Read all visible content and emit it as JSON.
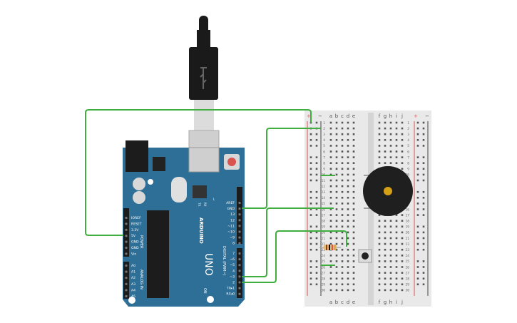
{
  "board": {
    "brand": "ARDUINO",
    "model": "UNO",
    "on_label": "ON",
    "power_header_labels": [
      "IOREF",
      "RESET",
      "3.3V",
      "5V",
      "GND",
      "GND",
      "Vin"
    ],
    "power_group_label": "POWER",
    "analog_header_labels": [
      "A0",
      "A1",
      "A2",
      "A3",
      "A4",
      "A5"
    ],
    "analog_group_label": "ANALOG IN",
    "digital_top_labels": [
      "AREF",
      "GND",
      "13",
      "12",
      "~11",
      "~10",
      "~9",
      "8"
    ],
    "digital_bottom_labels": [
      "7",
      "~6",
      "~5",
      "4",
      "~3",
      "2",
      "TX▸1",
      "RX◂0"
    ],
    "digital_group_label": "DIGITAL (PWM~)",
    "tx_label": "TX",
    "rx_label": "RX",
    "l_label": "L"
  },
  "breadboard": {
    "column_labels_left": [
      "a",
      "b",
      "c",
      "d",
      "e"
    ],
    "column_labels_right": [
      "f",
      "g",
      "h",
      "i",
      "j"
    ],
    "row_numbers": [
      "1",
      "2",
      "3",
      "4",
      "5",
      "6",
      "7",
      "8",
      "9",
      "10",
      "11",
      "12",
      "13",
      "14",
      "15",
      "16",
      "17",
      "18",
      "19",
      "20",
      "21",
      "22",
      "23",
      "24",
      "25",
      "26",
      "27",
      "28",
      "29",
      "30"
    ],
    "rail_plus": "+",
    "rail_minus": "−"
  },
  "colors": {
    "board": "#2e6f97",
    "wire": "#3fae3f",
    "breadboard": "#e9e9e9",
    "rail_red": "#d9534f",
    "rail_black": "#444444",
    "buzzer": "#1f1f1f",
    "buzzer_center": "#d4a017",
    "usb": "#1a1a1a"
  },
  "icons": [
    "usb-cable-icon",
    "piezo-buzzer-icon",
    "pushbutton-icon",
    "resistor-icon",
    "reset-button-icon",
    "power-jack-icon"
  ]
}
